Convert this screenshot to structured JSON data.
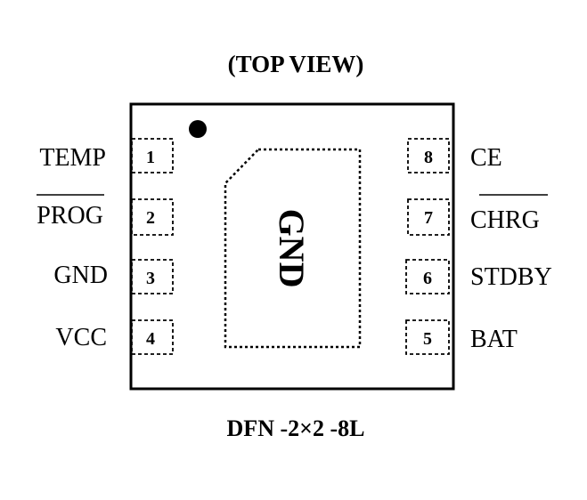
{
  "diagram": {
    "view_title": "(TOP VIEW)",
    "package_name": "DFN -2×2 -8L",
    "center_pad_label": "GND",
    "left_pins": [
      {
        "number": "1",
        "label": "TEMP",
        "overbar": false
      },
      {
        "number": "2",
        "label": "PROG",
        "overbar": true
      },
      {
        "number": "3",
        "label": "GND",
        "overbar": false
      },
      {
        "number": "4",
        "label": "VCC",
        "overbar": false
      }
    ],
    "right_pins": [
      {
        "number": "8",
        "label": "CE",
        "overbar": false
      },
      {
        "number": "7",
        "label": "CHRG",
        "overbar": true
      },
      {
        "number": "6",
        "label": "STDBY",
        "overbar": false
      },
      {
        "number": "5",
        "label": "BAT",
        "overbar": false
      }
    ],
    "pin1_marker": "dot"
  }
}
